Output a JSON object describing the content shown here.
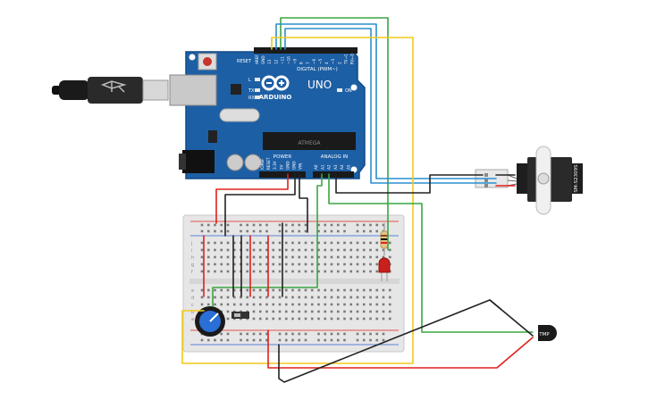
{
  "board": {
    "brand": "ARDUINO",
    "model": "UNO",
    "digital_header": "DIGITAL (PWM~)",
    "power_header": "POWER",
    "analog_header": "ANALOG IN",
    "reset_label": "RESET",
    "tx_label": "TX",
    "rx_label": "RX",
    "l_label": "L",
    "on_label": "ON",
    "ic_label": "ATMEGA",
    "digital_pins": [
      "AREF",
      "GND",
      "13",
      "12",
      "~11",
      "~10",
      "~9",
      "8",
      "7",
      "~6",
      "~5",
      "4",
      "~3",
      "2",
      "TX→1",
      "RX←0"
    ],
    "power_pins": [
      "IOREF",
      "RESET",
      "3.3V",
      "5V",
      "GND",
      "GND",
      "VIN"
    ],
    "analog_pins": [
      "A0",
      "A1",
      "A2",
      "A3",
      "A4",
      "A5"
    ]
  },
  "servo": {
    "label": "SM-S2309S"
  },
  "sensor": {
    "label": "TMP"
  },
  "breadboard": {
    "row_labels_top": [
      "j",
      "i",
      "h",
      "g",
      "f"
    ],
    "row_labels_bottom": [
      "e",
      "d",
      "c",
      "b",
      "a"
    ]
  },
  "colors": {
    "board": "#1d5fa5",
    "wire_red": "#e0201c",
    "wire_black": "#222222",
    "wire_green": "#3aa542",
    "wire_blue": "#2a8fd0",
    "wire_yellow": "#f2c81c",
    "led": "#c8201c"
  }
}
